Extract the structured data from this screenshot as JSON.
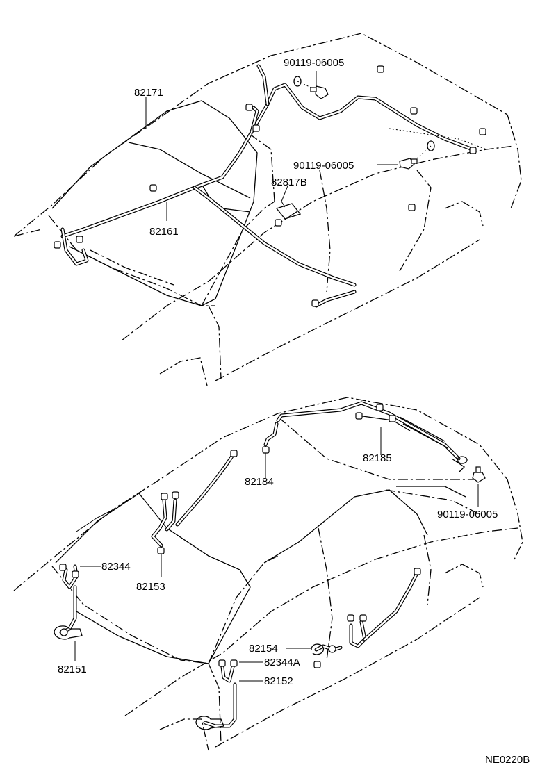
{
  "diagram_code": "NE0220B",
  "top_view": {
    "labels": {
      "bolt_upper": "90119-06005",
      "harness_82171": "82171",
      "bolt_middle": "90119-06005",
      "label_82817b": "82817B",
      "harness_82161": "82161"
    }
  },
  "bottom_view": {
    "labels": {
      "harness_82185": "82185",
      "harness_82184": "82184",
      "bolt_rear": "90119-06005",
      "harness_82344": "82344",
      "harness_82153": "82153",
      "harness_82151": "82151",
      "harness_82154": "82154",
      "harness_82344a": "82344A",
      "harness_82152": "82152"
    }
  }
}
